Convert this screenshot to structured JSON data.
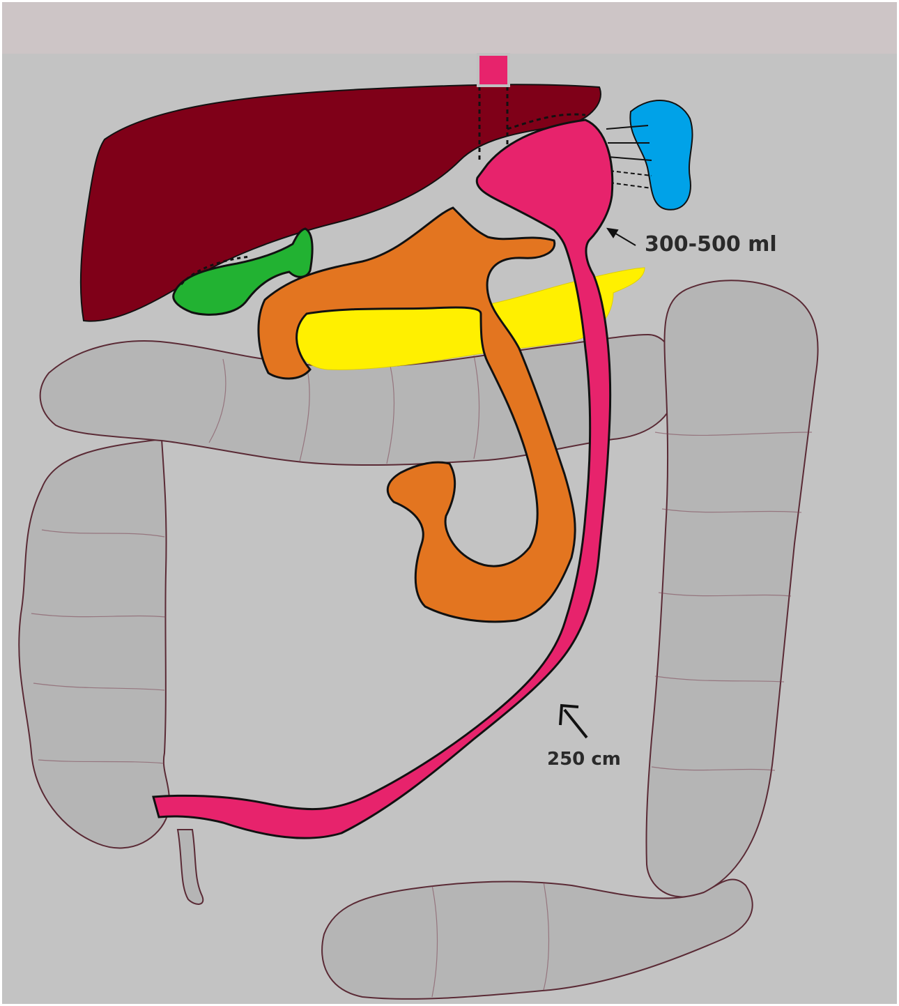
{
  "labels": {
    "pouch_volume": "300-500 ml",
    "limb_length": "250 cm"
  },
  "colors": {
    "background": "#c3c3c3",
    "top_band": "#cdc5c6",
    "colon": "#b5b5b5",
    "colon_outline": "#5a2a35",
    "liver": "#7f0018",
    "gallbladder": "#22b232",
    "duodenum_loop": "#e37520",
    "pancreas": "#fff000",
    "stomach_pouch_and_limb": "#e7236c",
    "spleen": "#00a2e8",
    "outline": "#111111"
  },
  "icons": [
    "arrow-icon-pouch",
    "arrow-icon-limb"
  ]
}
